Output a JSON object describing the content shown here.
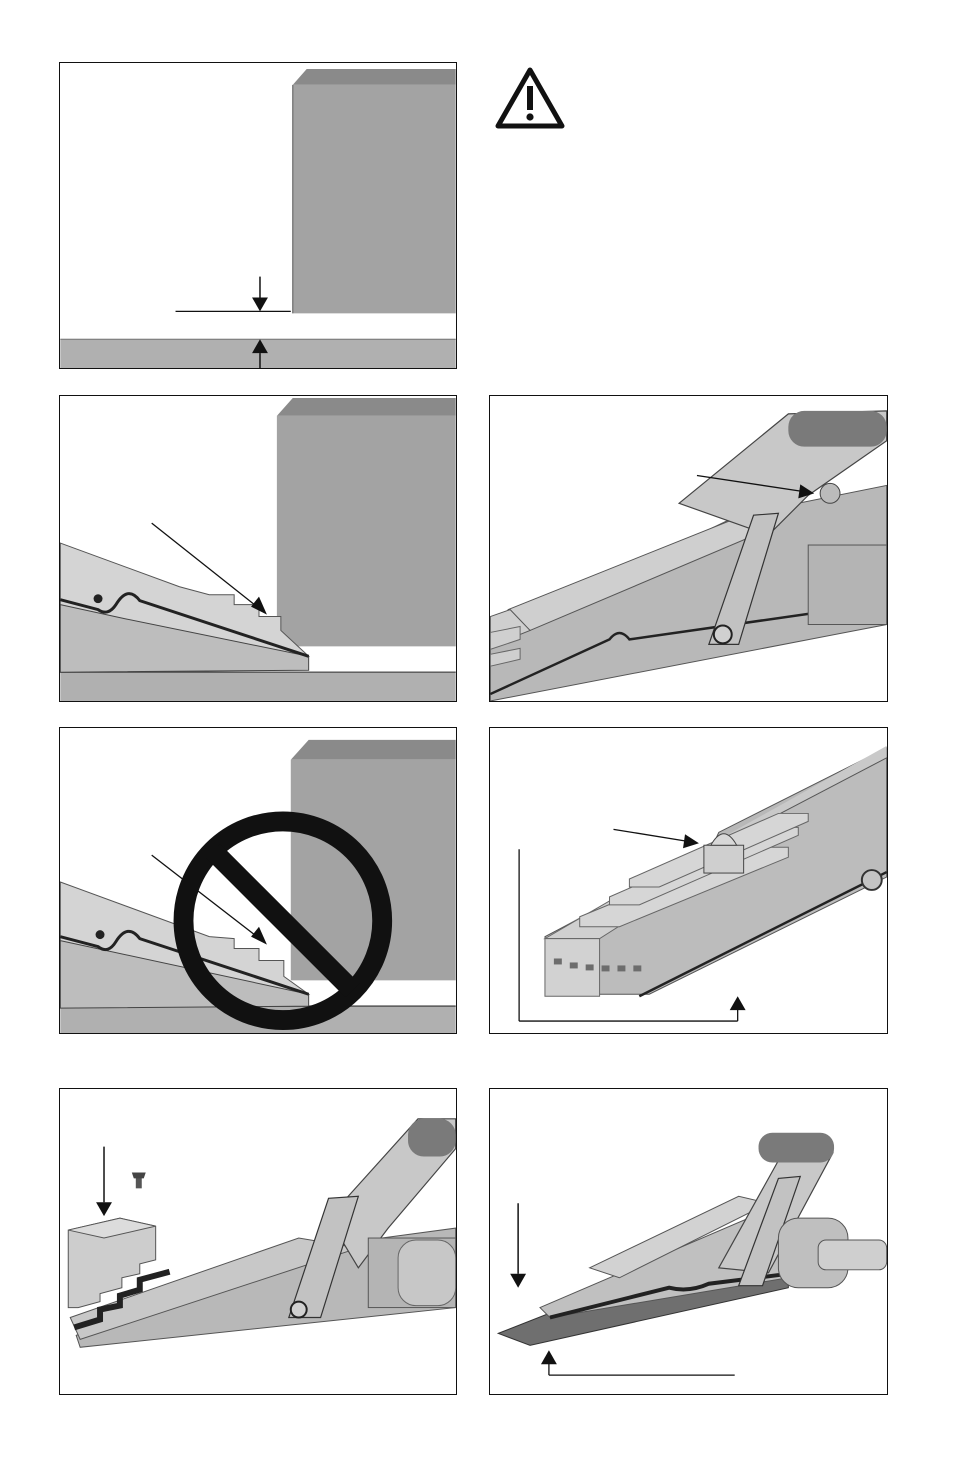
{
  "page": {
    "figures": [
      {
        "name": "load-gap-clearance",
        "kind": "illustration"
      },
      {
        "name": "wedge-under-load",
        "kind": "illustration"
      },
      {
        "name": "handle-locking-screw",
        "kind": "illustration"
      },
      {
        "name": "wrong-use-prohibited",
        "kind": "illustration"
      },
      {
        "name": "step-nut-detail",
        "kind": "illustration"
      },
      {
        "name": "replace-step-block",
        "kind": "illustration"
      },
      {
        "name": "toe-lift-insertion",
        "kind": "illustration"
      }
    ],
    "warning_icon": "warning-triangle-icon",
    "prohibited_icon": "prohibited-circle-icon",
    "colors": {
      "load": "#a3a3a3",
      "load_top": "#8a8a8a",
      "metal": "#c4c4c4",
      "metal_dark": "#9a9a9a",
      "floor": "#b0b0b0",
      "line": "#111111"
    }
  }
}
